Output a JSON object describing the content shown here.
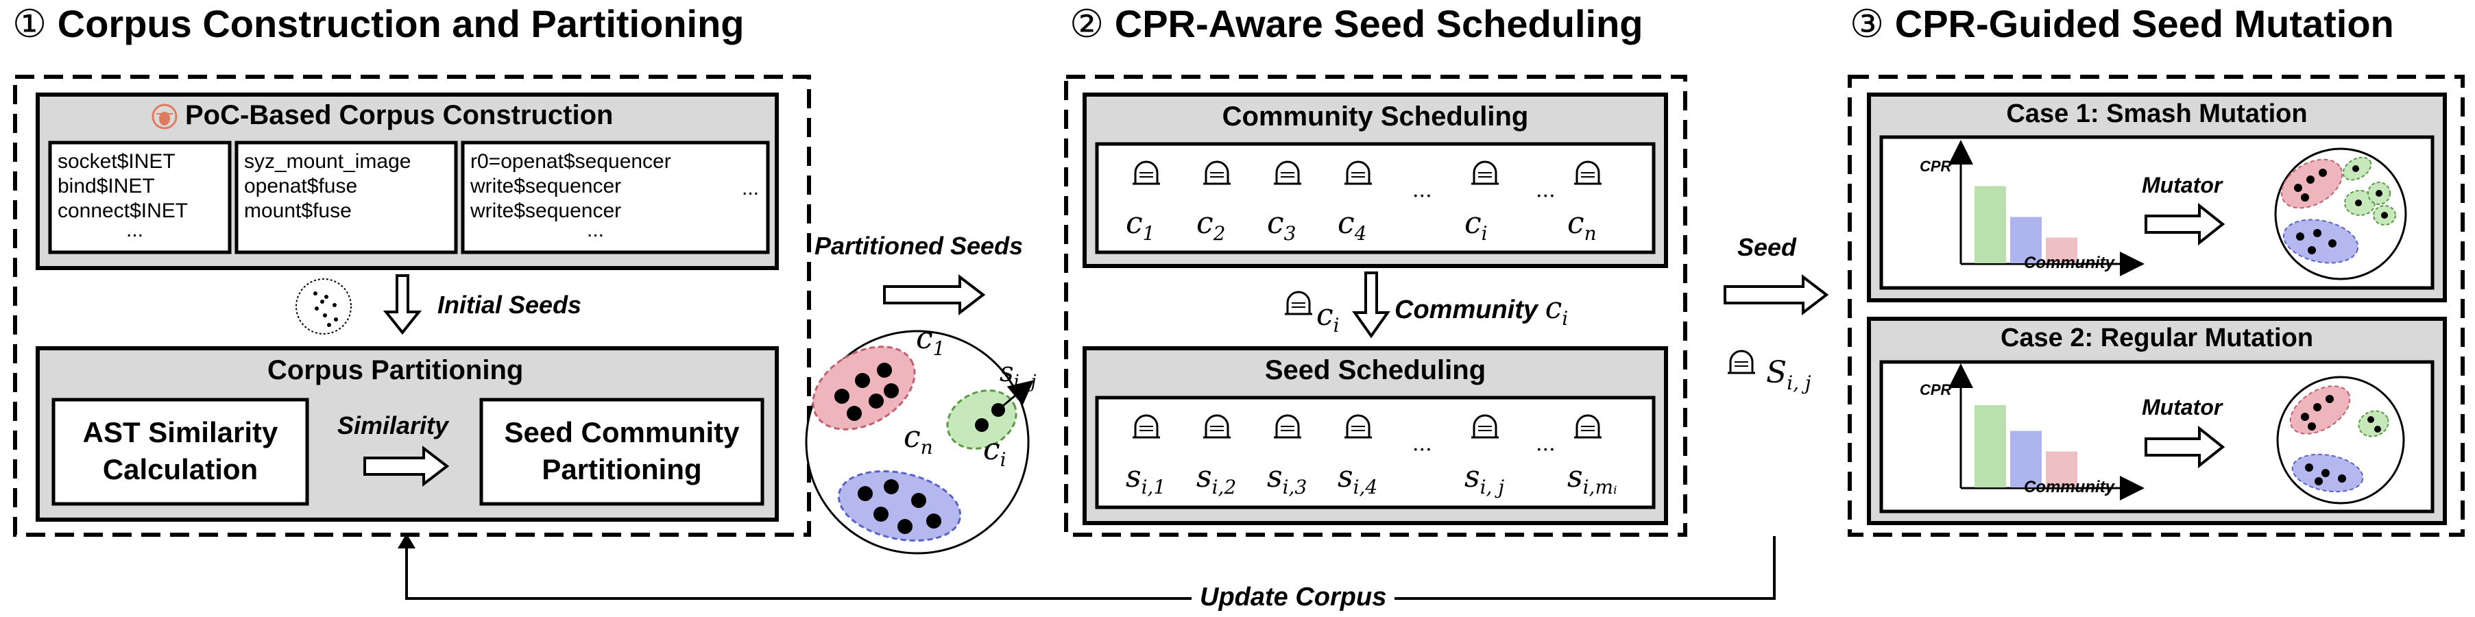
{
  "stage1": {
    "number": "①",
    "title": "Corpus Construction and Partitioning",
    "poc_title": "PoC-Based Corpus Construction",
    "corpus_boxes": [
      {
        "lines": [
          "socket$INET",
          "bind$INET",
          "connect$INET",
          "..."
        ]
      },
      {
        "lines": [
          "syz_mount_image",
          "openat$fuse",
          "mount$fuse",
          ""
        ]
      },
      {
        "lines": [
          "r0=openat$sequencer",
          "write$sequencer",
          "write$sequencer",
          "..."
        ]
      }
    ],
    "corpus_more": "...",
    "initial_seeds": "Initial Seeds",
    "partition_title": "Corpus Partitioning",
    "ast_box": [
      "AST Similarity",
      "Calculation"
    ],
    "similarity": "Similarity",
    "community_box": [
      "Seed Community",
      "Partitioning"
    ]
  },
  "middle": {
    "partitioned_seeds": "Partitioned Seeds",
    "labels": {
      "c1": {
        "base": "c",
        "sub": "1"
      },
      "cn": {
        "base": "c",
        "sub": "n"
      },
      "ci": {
        "base": "c",
        "sub": "i"
      },
      "sij": {
        "base": "s",
        "sub": "i, j"
      }
    }
  },
  "stage2": {
    "number": "②",
    "title": "CPR-Aware Seed Scheduling",
    "community_title": "Community Scheduling",
    "communities": [
      {
        "base": "c",
        "sub": "1"
      },
      {
        "base": "c",
        "sub": "2"
      },
      {
        "base": "c",
        "sub": "3"
      },
      {
        "base": "c",
        "sub": "4"
      },
      {
        "base": "",
        "sub": "..."
      },
      {
        "base": "c",
        "sub": "i"
      },
      {
        "base": "",
        "sub": "..."
      },
      {
        "base": "c",
        "sub": "n"
      }
    ],
    "community_pick": "Community",
    "community_pick_var": {
      "base": "c",
      "sub": "i"
    },
    "seed_title": "Seed Scheduling",
    "seeds": [
      {
        "base": "s",
        "sub": "i,1"
      },
      {
        "base": "s",
        "sub": "i,2"
      },
      {
        "base": "s",
        "sub": "i,3"
      },
      {
        "base": "s",
        "sub": "i,4"
      },
      {
        "base": "",
        "sub": "..."
      },
      {
        "base": "s",
        "sub": "i, j"
      },
      {
        "base": "",
        "sub": "..."
      },
      {
        "base": "s",
        "sub": "i,m_i"
      }
    ]
  },
  "middle2": {
    "seed_label": "Seed",
    "seed_var": {
      "base": "S",
      "sub": "i, j"
    }
  },
  "stage3": {
    "number": "③",
    "title": "CPR-Guided Seed Mutation",
    "case1_title": "Case 1: Smash Mutation",
    "case2_title": "Case 2: Regular Mutation",
    "cpr_label": "CPR",
    "community_label": "Community",
    "mutator_label": "Mutator",
    "bar_colors": [
      "#b9e0ad",
      "#aeb4ee",
      "#eec0c4"
    ],
    "case1_bars": [
      0.75,
      0.45,
      0.25
    ],
    "case2_bars": [
      0.8,
      0.55,
      0.35
    ]
  },
  "footer": {
    "update_corpus": "Update Corpus"
  },
  "colors": {
    "panel_fill": "#d9d9d9",
    "pink": "#eeb6bc",
    "blue": "#b4b8ee",
    "green": "#c6e8bb"
  }
}
